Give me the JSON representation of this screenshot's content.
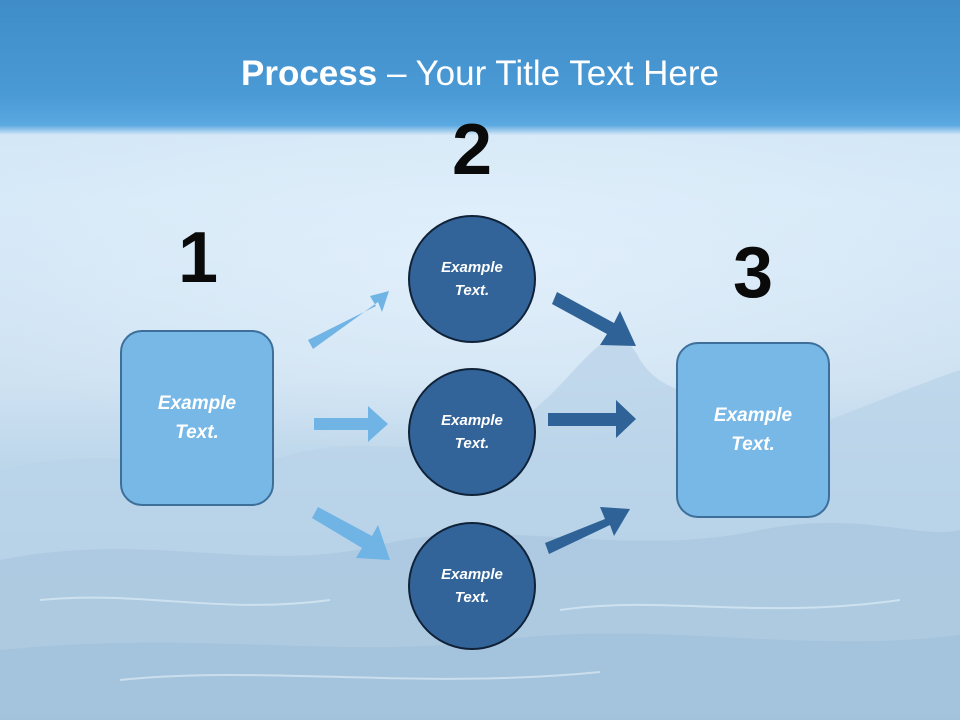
{
  "title": {
    "bold": "Process",
    "rest": " – Your Title Text Here"
  },
  "steps": [
    {
      "number": "1"
    },
    {
      "number": "2"
    },
    {
      "number": "3"
    }
  ],
  "left_box": {
    "line1": "Example",
    "line2": "Text."
  },
  "right_box": {
    "line1": "Example",
    "line2": "Text."
  },
  "circles": [
    {
      "line1": "Example",
      "line2": "Text."
    },
    {
      "line1": "Example",
      "line2": "Text."
    },
    {
      "line1": "Example",
      "line2": "Text."
    }
  ],
  "colors": {
    "header": "#4a9ad6",
    "box_fill": "#77b8e6",
    "circle_fill": "#336499",
    "arrow_light": "#6fb4e4",
    "arrow_dark": "#2f6296"
  }
}
